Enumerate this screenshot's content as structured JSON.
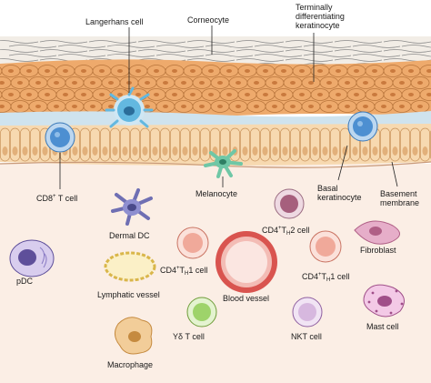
{
  "labels": {
    "langerhans": "Langerhans cell",
    "corneocyte": "Corneocyte",
    "terminally": "Terminally differentiating keratinocyte",
    "cd8_base": "CD8",
    "cd8_sup": "+",
    "cd8_rest": " T cell",
    "melanocyte": "Melanocyte",
    "dermal_dc": "Dermal DC",
    "basal": "Basal keratinocyte",
    "basement": "Basement membrane",
    "cd4th2_base": "CD4",
    "cd4th2_sup": "+",
    "cd4th2_t": "T",
    "cd4th2_sub": "H",
    "cd4th2_tail": "2 cell",
    "fibroblast": "Fibroblast",
    "pdc": "pDC",
    "cd4th1a_base": "CD4",
    "cd4th1a_sup": "+",
    "cd4th1a_t": "T",
    "cd4th1a_sub": "H",
    "cd4th1a_tail": "1 cell",
    "cd4th1b_base": "CD4",
    "cd4th1b_sup": "+",
    "cd4th1b_t": "T",
    "cd4th1b_sub": "H",
    "cd4th1b_tail": "1 cell",
    "lymphatic": "Lymphatic vessel",
    "blood_vessel": "Blood vessel",
    "mast": "Mast cell",
    "gd_t": "Yδ T cell",
    "nkt": "NKT cell",
    "macrophage": "Macrophage"
  },
  "colors": {
    "corneum": "#f2ede6",
    "spinous": "#eeaa6c",
    "spinous_edge": "#b8753c",
    "basal_band": "#f7d9b0",
    "dermis": "#fbeee5",
    "langerhans": "#63b8e0",
    "melanocyte": "#6fc7a6",
    "cd8": "#4d8fd1",
    "th2": "#d1a3b6",
    "th1": "#f0a99a",
    "gd": "#9ed36a",
    "nkt": "#d7b8df",
    "pdc": "#b6a6d9",
    "dermal_dc": "#6f6fb3",
    "blood_vessel": "#d9544f",
    "lymphatic": "#f3dc8f",
    "macrophage": "#f2cd99",
    "mast": "#d98fc6",
    "fibroblast": "#e6aec9"
  }
}
